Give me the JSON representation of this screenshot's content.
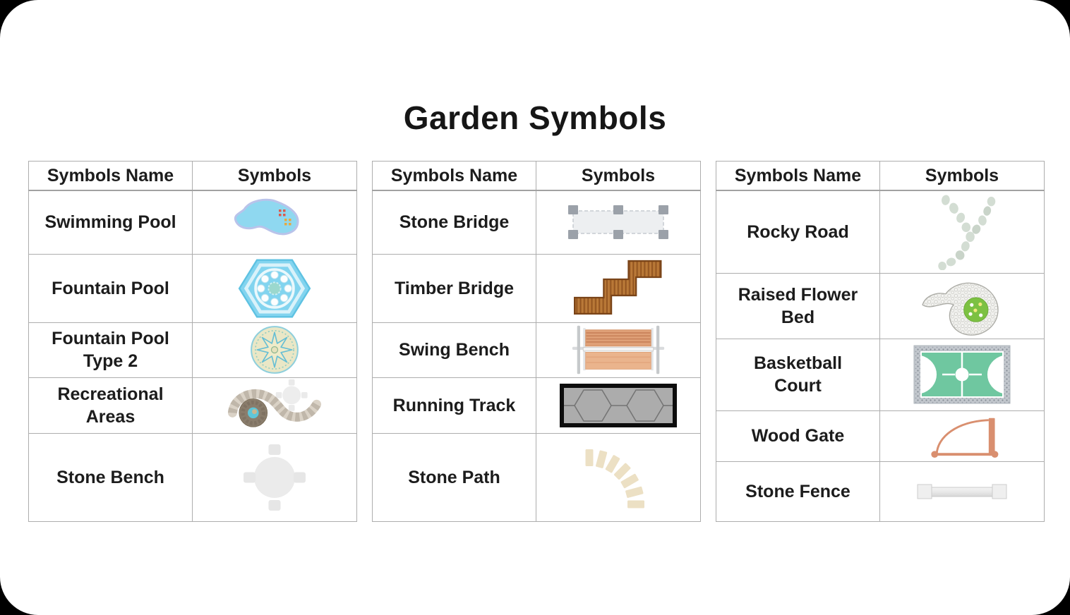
{
  "page": {
    "title": "Garden Symbols"
  },
  "tables": [
    {
      "headers": {
        "name": "Symbols Name",
        "symbol": "Symbols"
      },
      "rows": [
        {
          "name": "Swimming Pool",
          "icon": "swimming-pool-icon"
        },
        {
          "name": "Fountain Pool",
          "icon": "fountain-pool-icon"
        },
        {
          "name": "Fountain Pool Type 2",
          "icon": "fountain-pool-type-2-icon"
        },
        {
          "name": "Recreational Areas",
          "icon": "recreational-areas-icon"
        },
        {
          "name": "Stone Bench",
          "icon": "stone-bench-icon"
        }
      ]
    },
    {
      "headers": {
        "name": "Symbols Name",
        "symbol": "Symbols"
      },
      "rows": [
        {
          "name": "Stone Bridge",
          "icon": "stone-bridge-icon"
        },
        {
          "name": "Timber Bridge",
          "icon": "timber-bridge-icon"
        },
        {
          "name": "Swing Bench",
          "icon": "swing-bench-icon"
        },
        {
          "name": "Running Track",
          "icon": "running-track-icon"
        },
        {
          "name": "Stone Path",
          "icon": "stone-path-icon"
        }
      ]
    },
    {
      "headers": {
        "name": "Symbols Name",
        "symbol": "Symbols"
      },
      "rows": [
        {
          "name": "Rocky Road",
          "icon": "rocky-road-icon"
        },
        {
          "name": "Raised Flower Bed",
          "icon": "raised-flower-bed-icon"
        },
        {
          "name": "Basketball Court",
          "icon": "basketball-court-icon"
        },
        {
          "name": "Wood Gate",
          "icon": "wood-gate-icon"
        },
        {
          "name": "Stone Fence",
          "icon": "stone-fence-icon"
        }
      ]
    }
  ],
  "colors": {
    "text": "#1C1C1C",
    "table_border": "#ADADAD",
    "pool_blue": "#85D4EF",
    "fountain_basin_beige": "#EAE7C6",
    "stone_gray": "#EDEFF1",
    "timber_brown": "#B06F2E",
    "bench_salmon": "#DFA077",
    "track_gray": "#ACACAC",
    "path_beige": "#EDE2C8",
    "pebble_sage": "#D3DDD3",
    "court_green": "#6FC7A0",
    "gate_wood": "#D98F6F",
    "fence_gray": "#E9E9E9"
  }
}
